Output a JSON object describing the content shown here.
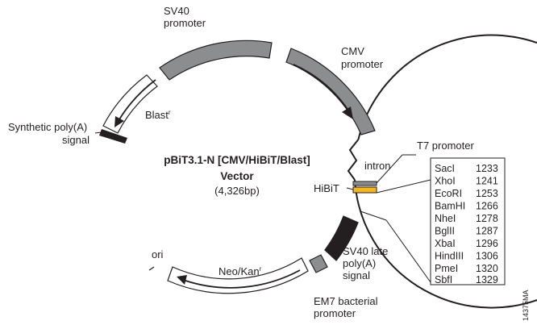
{
  "plasmid": {
    "name": "pBiT3.1-N [CMV/HiBiT/Blast]",
    "name_line2": "Vector",
    "size": "(4,326bp)"
  },
  "features": {
    "sv40_promoter": [
      "SV40",
      "promoter"
    ],
    "cmv_promoter": [
      "CMV",
      "promoter"
    ],
    "blast": "Blast",
    "blast_sup": "r",
    "synthetic_polya": [
      "Synthetic poly(A)",
      "signal"
    ],
    "t7_promoter": "T7 promoter",
    "intron": "intron",
    "hibit": "HiBiT",
    "sv40_late_polya": [
      "SV40 late",
      "poly(A)",
      "signal"
    ],
    "em7_promoter": [
      "EM7 bacterial",
      "promoter"
    ],
    "neo_kan": "Neo/Kan",
    "neo_kan_sup": "r",
    "ori": "ori"
  },
  "restriction_sites": [
    {
      "enzyme": "SacI",
      "position": "1233"
    },
    {
      "enzyme": "XhoI",
      "position": "1241"
    },
    {
      "enzyme": "EcoRI",
      "position": "1253"
    },
    {
      "enzyme": "BamHI",
      "position": "1266"
    },
    {
      "enzyme": "NheI",
      "position": "1278"
    },
    {
      "enzyme": "BglII",
      "position": "1287"
    },
    {
      "enzyme": "XbaI",
      "position": "1296"
    },
    {
      "enzyme": "HindIII",
      "position": "1306"
    },
    {
      "enzyme": "PmeI",
      "position": "1320"
    },
    {
      "enzyme": "SbfI",
      "position": "1329"
    }
  ],
  "figure_code": "14375MA",
  "colors": {
    "promoter_gray": "#8c8d8f",
    "polya_black": "#231f20",
    "hibit_yellow": "#f5b51b",
    "backbone": "#231f20"
  }
}
